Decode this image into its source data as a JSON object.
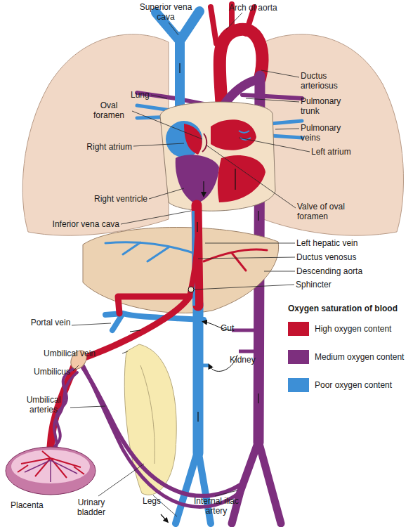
{
  "diagram": {
    "labels": [
      "Superior vena cava",
      "Arch of aorta",
      "Ductus arteriosus",
      "Lung",
      "Pulmonary trunk",
      "Oval foramen",
      "Pulmonary veins",
      "Right atrium",
      "Left atrium",
      "Right ventricle",
      "Valve of oval foramen",
      "Inferior vena cava",
      "Left hepatic vein",
      "Ductus venosus",
      "Descending aorta",
      "Sphincter",
      "Oxygen saturation of blood",
      "Portal vein",
      "Gut",
      "Umbilical vein",
      "Kidney",
      "Umbilicus",
      "Umbilical arteries",
      "Placenta",
      "Urinary bladder",
      "Legs",
      "Internal iliac artery"
    ],
    "legend": [
      {
        "text": "High oxygen content",
        "color": "#c4122f"
      },
      {
        "text": "Medium oxygen content",
        "color": "#7d2f7e"
      },
      {
        "text": "Poor oxygen content",
        "color": "#3d8fd6"
      }
    ]
  }
}
